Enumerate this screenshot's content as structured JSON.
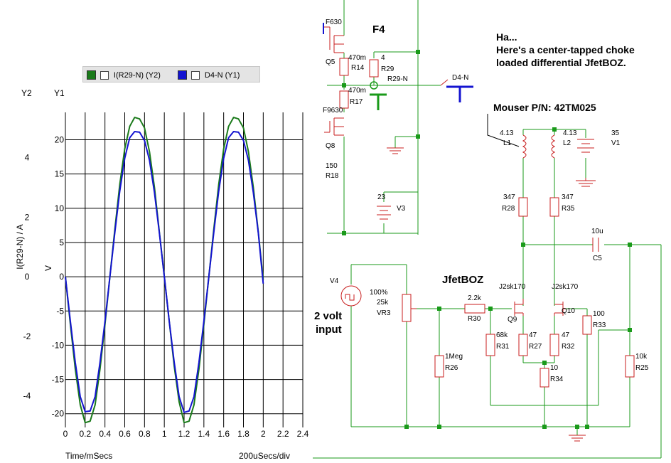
{
  "scope": {
    "legend": [
      {
        "label": "I(R29-N) (Y2)",
        "color": "#1a7a1a"
      },
      {
        "label": "D4-N (Y1)",
        "color": "#1414d0"
      }
    ],
    "y2_axis_title": "Y2",
    "y1_axis_title": "Y1",
    "y2_label": "I(R29-N) / A",
    "y1_label": "V",
    "y2_ticks": [
      "4",
      "2",
      "0",
      "-2",
      "-4"
    ],
    "y1_ticks": [
      "20",
      "15",
      "10",
      "5",
      "0",
      "-5",
      "-10",
      "-15",
      "-20"
    ],
    "x_ticks": [
      "0",
      "0.2",
      "0.4",
      "0.6",
      "0.8",
      "1",
      "1.2",
      "1.4",
      "1.6",
      "1.8",
      "2",
      "2.2",
      "2.4"
    ],
    "xlabel": "Time/mSecs",
    "xscale": "200uSecs/div"
  },
  "chart_data": {
    "type": "line",
    "xlabel": "Time/mSecs",
    "xlim": [
      0,
      2.4
    ],
    "y1lim": [
      -22,
      24
    ],
    "y2lim": [
      -5.06,
      5.52
    ],
    "series": [
      {
        "name": "I(R29-N) (Y2)",
        "axis": "Y2",
        "color": "#1a7a1a",
        "x": [
          0,
          0.05,
          0.1,
          0.15,
          0.2,
          0.25,
          0.3,
          0.35,
          0.4,
          0.45,
          0.5,
          0.55,
          0.6,
          0.65,
          0.7,
          0.75,
          0.8,
          0.85,
          0.9,
          0.95,
          1.0,
          1.05,
          1.1,
          1.15,
          1.2,
          1.25,
          1.3,
          1.35,
          1.4,
          1.45,
          1.5,
          1.55,
          1.6,
          1.65,
          1.7,
          1.75,
          1.8,
          1.85,
          1.9,
          1.95,
          2.0
        ],
        "y": [
          0,
          -1.6,
          -3.1,
          -4.3,
          -4.9,
          -4.85,
          -4.3,
          -3.1,
          -1.6,
          0,
          1.6,
          3.1,
          4.3,
          5.05,
          5.35,
          5.3,
          5.0,
          4.2,
          3.0,
          1.5,
          0,
          -1.5,
          -3.0,
          -4.2,
          -4.9,
          -4.85,
          -4.3,
          -3.1,
          -1.6,
          0,
          1.6,
          3.1,
          4.3,
          5.05,
          5.35,
          5.3,
          5.0,
          4.2,
          3.0,
          1.5,
          -0.1
        ]
      },
      {
        "name": "D4-N (Y1)",
        "axis": "Y1",
        "color": "#1414d0",
        "x": [
          0,
          0.05,
          0.1,
          0.15,
          0.2,
          0.25,
          0.3,
          0.35,
          0.4,
          0.45,
          0.5,
          0.55,
          0.6,
          0.65,
          0.7,
          0.75,
          0.8,
          0.85,
          0.9,
          0.95,
          1.0,
          1.05,
          1.1,
          1.15,
          1.2,
          1.25,
          1.3,
          1.35,
          1.4,
          1.45,
          1.5,
          1.55,
          1.6,
          1.65,
          1.7,
          1.75,
          1.8,
          1.85,
          1.9,
          1.95,
          2.0
        ],
        "y": [
          0,
          -6.5,
          -12.5,
          -17.5,
          -19.7,
          -19.6,
          -17.5,
          -12.5,
          -6.5,
          0,
          6.5,
          12.5,
          17.3,
          20.3,
          21.2,
          21.1,
          19.9,
          17.0,
          12.3,
          6.4,
          0,
          -6.5,
          -12.5,
          -17.5,
          -19.8,
          -19.6,
          -17.5,
          -12.5,
          -6.5,
          0,
          6.5,
          12.5,
          17.3,
          20.3,
          21.2,
          21.1,
          19.9,
          17.0,
          12.3,
          6.4,
          -1.0
        ]
      }
    ]
  },
  "schematic": {
    "text_f4": "F4",
    "text_jfetboz": "JfetBOZ",
    "note_line1": "Ha...",
    "note_line2": "Here's a center-tapped choke",
    "note_line3": "loaded differential JfetBOZ.",
    "mouser": "Mouser P/N: 42TM025",
    "two_volt_1": "2 volt",
    "two_volt_2": "input",
    "labels": {
      "f630": "F630",
      "q5": "Q5",
      "r14_v": "470m",
      "r14": "R14",
      "r17_v": "470m",
      "r17": "R17",
      "f9630": "F9630",
      "q8": "Q8",
      "r18_v": "150",
      "r18": "R18",
      "r29_v": "4",
      "r29": "R29",
      "r29n": "R29-N",
      "d4n": "D4-N",
      "v3_v": "23",
      "v3": "V3",
      "l1_v": "4.13",
      "l1": "L1",
      "l2_v": "4.13",
      "l2": "L2",
      "v1_v": "35",
      "v1": "V1",
      "r28_v": "347",
      "r28": "R28",
      "r35_v": "347",
      "r35": "R35",
      "c5_v": "10u",
      "c5": "C5",
      "v4": "V4",
      "vr3_p": "100%",
      "vr3_v": "25k",
      "vr3": "VR3",
      "r30_v": "2.2k",
      "r30": "R30",
      "q9_t": "J2sk170",
      "q9": "Q9",
      "q10_t": "J2sk170",
      "q10": "Q10",
      "r31_v": "68k",
      "r31": "R31",
      "r27_v": "47",
      "r27": "R27",
      "r32_v": "47",
      "r32": "R32",
      "r33_v": "100",
      "r33": "R33",
      "r34_v": "10",
      "r34": "R34",
      "r26_v": "1Meg",
      "r26": "R26",
      "r25_v": "10k",
      "r25": "R25"
    }
  }
}
